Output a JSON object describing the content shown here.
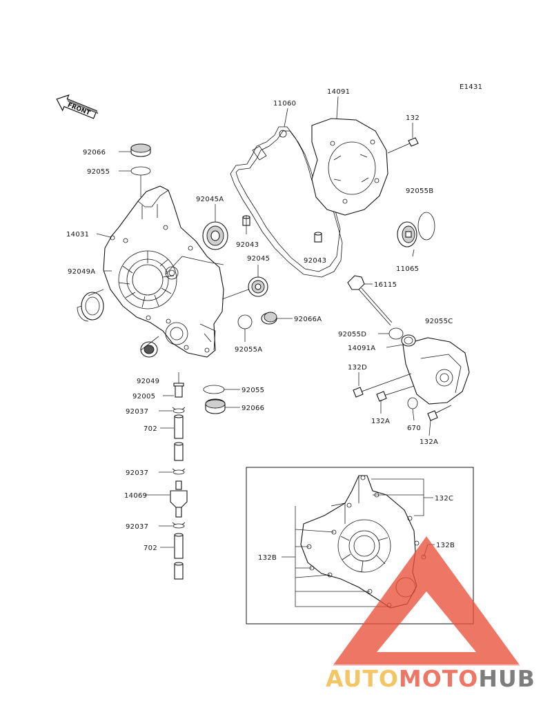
{
  "diagram_code": "E1431",
  "front_label": "FRONT",
  "callouts": [
    {
      "id": "92066"
    },
    {
      "id": "92055"
    },
    {
      "id": "14031"
    },
    {
      "id": "92049A"
    },
    {
      "id": "92045A"
    },
    {
      "id": "92043"
    },
    {
      "id": "92045"
    },
    {
      "id": "92043"
    },
    {
      "id": "92066A"
    },
    {
      "id": "92055A"
    },
    {
      "id": "92049"
    },
    {
      "id": "92005"
    },
    {
      "id": "92055"
    },
    {
      "id": "92066"
    },
    {
      "id": "92037"
    },
    {
      "id": "702"
    },
    {
      "id": "92037"
    },
    {
      "id": "14069"
    },
    {
      "id": "92037"
    },
    {
      "id": "702"
    },
    {
      "id": "11060"
    },
    {
      "id": "14091"
    },
    {
      "id": "132"
    },
    {
      "id": "92055B"
    },
    {
      "id": "11065"
    },
    {
      "id": "16115"
    },
    {
      "id": "92055C"
    },
    {
      "id": "92055D"
    },
    {
      "id": "14091A"
    },
    {
      "id": "132D"
    },
    {
      "id": "132A"
    },
    {
      "id": "670"
    },
    {
      "id": "132A"
    },
    {
      "id": "132C"
    },
    {
      "id": "132B"
    },
    {
      "id": "132B"
    }
  ],
  "watermark": {
    "part1": "AUTO",
    "part2": "MOTO",
    "part3": "HUB",
    "colors": {
      "auto": "#f2b63a",
      "moto": "#e8503a",
      "hub": "#595959",
      "triangle": "#e8503a"
    }
  }
}
